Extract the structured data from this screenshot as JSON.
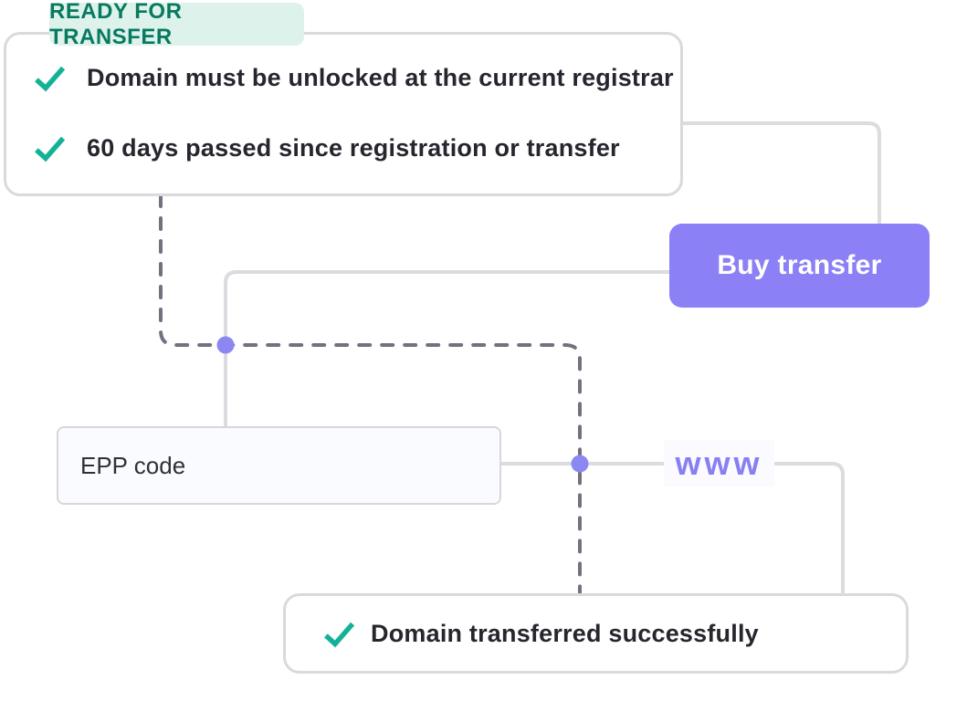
{
  "diagram": {
    "badge": {
      "label": "READY FOR TRANSFER"
    },
    "requirements": {
      "items": [
        {
          "icon": "check-icon",
          "label": "Domain must be unlocked at the current registrar"
        },
        {
          "icon": "check-icon",
          "label": "60 days passed since registration or transfer"
        }
      ]
    },
    "buy_button": {
      "label": "Buy transfer"
    },
    "epp_input": {
      "placeholder": "EPP code"
    },
    "www_badge": {
      "label": "www"
    },
    "result": {
      "icon": "check-icon",
      "label": "Domain transferred successfully"
    }
  },
  "colors": {
    "accent_purple": "#8b80f6",
    "check_teal": "#13b296",
    "badge_bg": "#def2ec",
    "badge_text": "#087a5f",
    "line_solid": "#dbdbe0",
    "line_dashed": "#72727e",
    "dot_purple": "#8d87f2",
    "text_dark": "#26262f"
  }
}
